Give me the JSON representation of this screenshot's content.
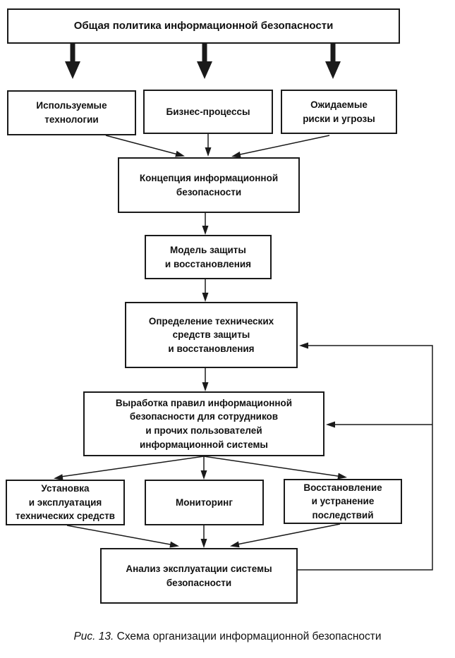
{
  "diagram": {
    "nodes": {
      "policy": {
        "label": "Общая политика информационной безопасности"
      },
      "tech": {
        "label": "Используемые\nтехнологии"
      },
      "business": {
        "label": "Бизнес-процессы"
      },
      "risks": {
        "label": "Ожидаемые\nриски и угрозы"
      },
      "concept": {
        "label": "Концепция информационной\nбезопасности"
      },
      "model": {
        "label": "Модель защиты\nи восстановления"
      },
      "definition": {
        "label": "Определение технических\nсредств защиты\nи восстановления"
      },
      "rules": {
        "label": "Выработка правил информационной\nбезопасности для сотрудников\nи прочих пользователей\nинформационной системы"
      },
      "install": {
        "label": "Установка\nи эксплуатация\nтехнических средств"
      },
      "monitoring": {
        "label": "Мониторинг"
      },
      "recovery": {
        "label": "Восстановление\nи устранение\nпоследствий"
      },
      "analysis": {
        "label": "Анализ эксплуатации системы\nбезопасности"
      }
    },
    "caption": {
      "prefix": "Рис. 13.",
      "text": " Схема организации информационной безопасности"
    },
    "colors": {
      "line": "#1a1a1a",
      "box_background": "#ffffff",
      "text": "#111111"
    }
  }
}
